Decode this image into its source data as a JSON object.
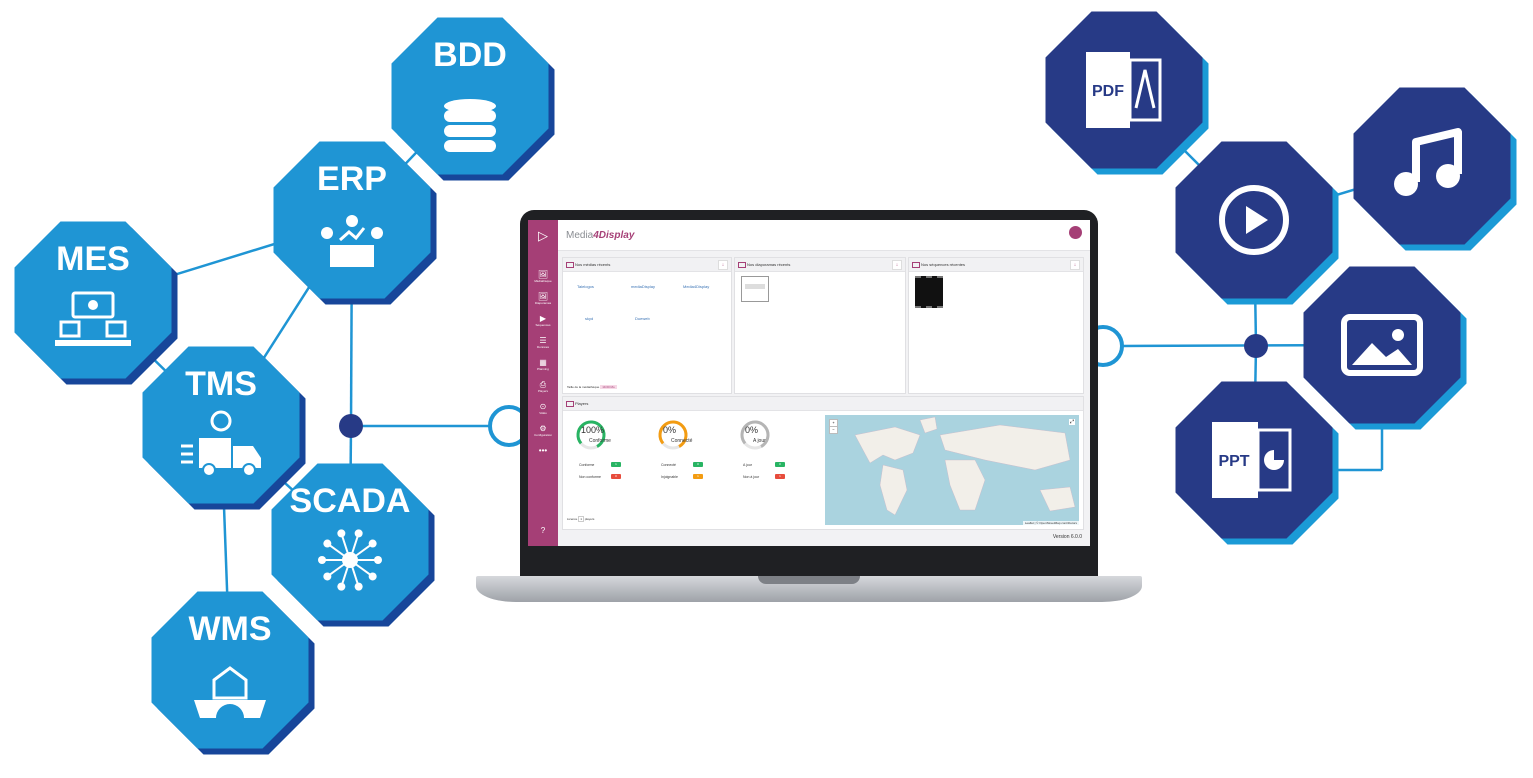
{
  "colors": {
    "left_hex": "#1f95d4",
    "left_shadow": "#17469a",
    "right_hex": "#273a86",
    "right_shadow": "#1b9ad6",
    "line": "#1f95d4",
    "hub": "#273a86",
    "brand": "#a53f76"
  },
  "left_nodes": [
    {
      "label": "BDD",
      "icon": "database-icon"
    },
    {
      "label": "ERP",
      "icon": "erp-finance-icon"
    },
    {
      "label": "MES",
      "icon": "production-line-icon"
    },
    {
      "label": "TMS",
      "icon": "delivery-truck-icon"
    },
    {
      "label": "SCADA",
      "icon": "network-hub-icon"
    },
    {
      "label": "WMS",
      "icon": "warehouse-gear-icon"
    }
  ],
  "right_nodes": [
    {
      "label": "PDF",
      "icon": "pdf-file-icon"
    },
    {
      "label": "",
      "icon": "play-video-icon"
    },
    {
      "label": "",
      "icon": "music-note-icon"
    },
    {
      "label": "",
      "icon": "image-icon"
    },
    {
      "label": "PPT",
      "icon": "ppt-file-icon"
    }
  ],
  "app": {
    "brand_prefix": "Media",
    "brand_suffix": "4Display",
    "avatar": "",
    "sidebar": [
      {
        "icon": "🖼",
        "label": "Médiathèque"
      },
      {
        "icon": "🖼",
        "label": "Diaporamas"
      },
      {
        "icon": "▶",
        "label": "Séquences"
      },
      {
        "icon": "☰",
        "label": "Données"
      },
      {
        "icon": "▦",
        "label": "Planning"
      },
      {
        "icon": "⎙",
        "label": "Players"
      },
      {
        "icon": "⊙",
        "label": "Vidéo"
      },
      {
        "icon": "⚙",
        "label": "Configuration"
      },
      {
        "icon": "•••",
        "label": ""
      }
    ],
    "help_icon": "?",
    "panels": {
      "medias_title": "Nos médias récents",
      "diapos_title": "Nos diaporamas récents",
      "sequences_title": "Nos séquences récentes",
      "players_title": "Players",
      "download_icon": "↓"
    },
    "media_logos": [
      "Talelogos",
      "mediaDisplay",
      "Media4Display",
      "skyd",
      "Dueweb"
    ],
    "mediatheque_size_label": "Taille de la médiathèque",
    "mediatheque_size_value": "19.60 Mo",
    "gauges": [
      {
        "value": "100%",
        "label": "Conforme",
        "color": "#28b463",
        "pct": 100,
        "rows": [
          {
            "label": "Conforme",
            "count": "1",
            "color": "#28b463"
          },
          {
            "label": "Non conforme",
            "count": "0",
            "color": "#e74c3c"
          }
        ]
      },
      {
        "value": "0%",
        "label": "Connecté",
        "color": "#f39c12",
        "pct": 0,
        "rows": [
          {
            "label": "Connecté",
            "count": "0",
            "color": "#28b463"
          },
          {
            "label": "Injoignable",
            "count": "1",
            "color": "#f39c12"
          }
        ]
      },
      {
        "value": "0%",
        "label": "A jour",
        "color": "#b5b5b5",
        "pct": 0,
        "rows": [
          {
            "label": "A jour",
            "count": "0",
            "color": "#28b463"
          },
          {
            "label": "Non à jour",
            "count": "1",
            "color": "#e74c3c"
          }
        ]
      }
    ],
    "licence_label": "Licence",
    "licence_count": "1",
    "licence_suffix": "players",
    "map_zoom_in": "+",
    "map_zoom_out": "−",
    "map_attribution": "Leaflet | © OpenStreetMap contributors",
    "version": "Version 6.0.0"
  }
}
